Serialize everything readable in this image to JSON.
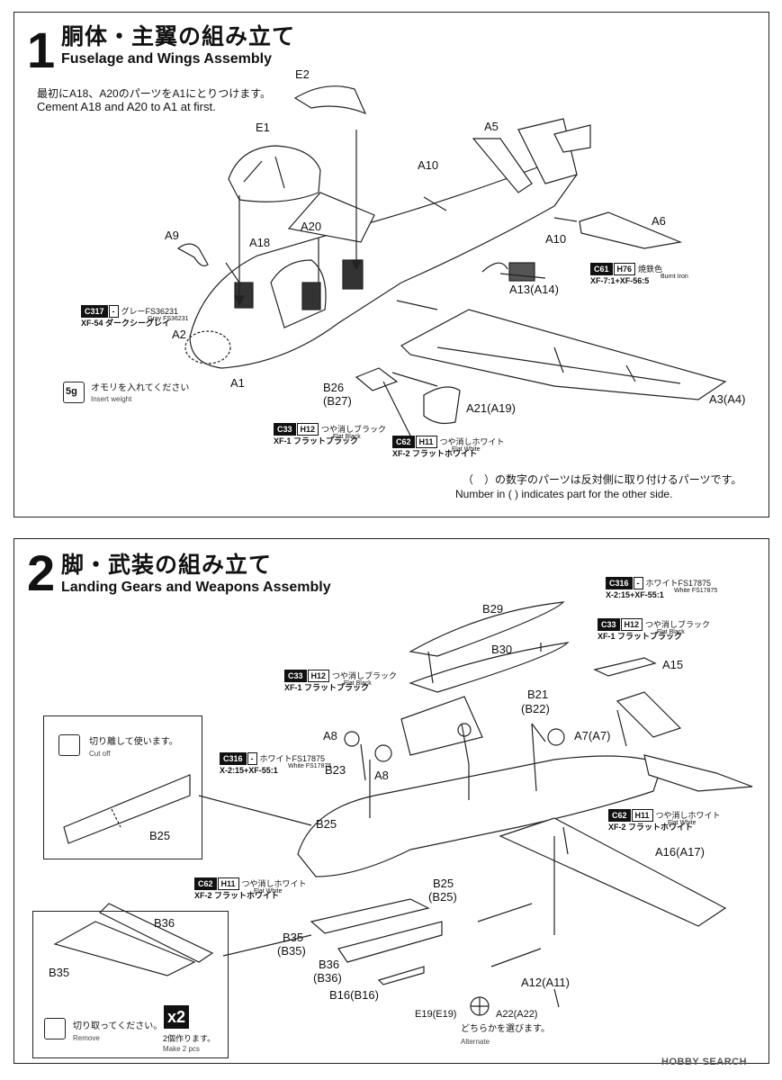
{
  "step1": {
    "number": "1",
    "title_jp": "胴体・主翼の組み立て",
    "title_en": "Fuselage and Wings Assembly",
    "note_jp": "最初にA18、A20のパーツをA1にとりつけます。",
    "note_en": "Cement A18 and A20 to A1 at first.",
    "parts": {
      "e2": "E2",
      "e1": "E1",
      "a5": "A5",
      "a10a": "A10",
      "a6": "A6",
      "a9": "A9",
      "a20": "A20",
      "a18": "A18",
      "a10b": "A10",
      "a13": "A13(A14)",
      "a2": "A2",
      "a1": "A1",
      "b26": "B26",
      "b27": "(B27)",
      "a21": "A21(A19)",
      "a3": "A3(A4)"
    },
    "paint_c61": {
      "code": "C61",
      "h": "H76",
      "jp": "焼鉄色",
      "en": "Burnt Iron",
      "xf": "XF-7:1+XF-56:5"
    },
    "paint_c317": {
      "code": "C317",
      "h": "-",
      "jp": "グレーFS36231",
      "en": "Gray FS36231",
      "xf": "XF-54 ダークシーグレイ"
    },
    "paint_c33": {
      "code": "C33",
      "h": "H12",
      "jp": "つや消しブラック",
      "en": "Flat Black",
      "xf": "XF-1 フラットブラック"
    },
    "paint_c62": {
      "code": "C62",
      "h": "H11",
      "jp": "つや消しホワイト",
      "en": "Flat White",
      "xf": "XF-2 フラットホワイト"
    },
    "weight_icon": "5g",
    "weight_jp": "オモリを入れてください",
    "weight_en": "Insert weight",
    "foot_jp": "（　）の数字のパーツは反対側に取り付けるパーツです。",
    "foot_en": "Number in ( ) indicates part for the other side."
  },
  "step2": {
    "number": "2",
    "title_jp": "脚・武装の組み立て",
    "title_en": "Landing Gears and Weapons Assembly",
    "parts": {
      "b29": "B29",
      "b30": "B30",
      "a15": "A15",
      "b21": "B21",
      "b22": "(B22)",
      "a7": "A7(A7)",
      "a8a": "A8",
      "a8b": "A8",
      "b23": "B23",
      "b25a": "B25",
      "b25b": "B25",
      "b25c": "B25",
      "b25d": "(B25)",
      "a16": "A16(A17)",
      "b36a": "B36",
      "b35a": "B35",
      "b35b": "B35",
      "b35c": "(B35)",
      "b36b": "B36",
      "b36c": "(B36)",
      "b16": "B16(B16)",
      "a12": "A12(A11)",
      "e19": "E19(E19)",
      "a22": "A22(A22)"
    },
    "paint_c316a": {
      "code": "C316",
      "h": "-",
      "jp": "ホワイトFS17875",
      "en": "White FS17875",
      "xf": "X-2:15+XF-55:1"
    },
    "paint_c33a": {
      "code": "C33",
      "h": "H12",
      "jp": "つや消しブラック",
      "en": "Flat Black",
      "xf": "XF-1 フラットブラック"
    },
    "paint_c33b": {
      "code": "C33",
      "h": "H12",
      "jp": "つや消しブラック",
      "en": "Flat Black",
      "xf": "XF-1 フラットブラック"
    },
    "paint_c316b": {
      "code": "C316",
      "h": "-",
      "jp": "ホワイトFS17875",
      "en": "White FS17875",
      "xf": "X-2:15+XF-55:1"
    },
    "paint_c62a": {
      "code": "C62",
      "h": "H11",
      "jp": "つや消しホワイト",
      "en": "Flat White",
      "xf": "XF-2 フラットホワイト"
    },
    "paint_c62b": {
      "code": "C62",
      "h": "H11",
      "jp": "つや消しホワイト",
      "en": "Flat White",
      "xf": "XF-2 フラットホワイト"
    },
    "cutoff_jp": "切り離して使います。",
    "cutoff_en": "Cut off",
    "remove_jp": "切り取ってください。",
    "remove_en": "Remove",
    "make2_badge": "x2",
    "make2_jp": "2個作ります。",
    "make2_en": "Make 2 pcs",
    "alt_jp": "どちらかを選びます。",
    "alt_en": "Alternate"
  },
  "watermark": "HOBBY SEARCH"
}
